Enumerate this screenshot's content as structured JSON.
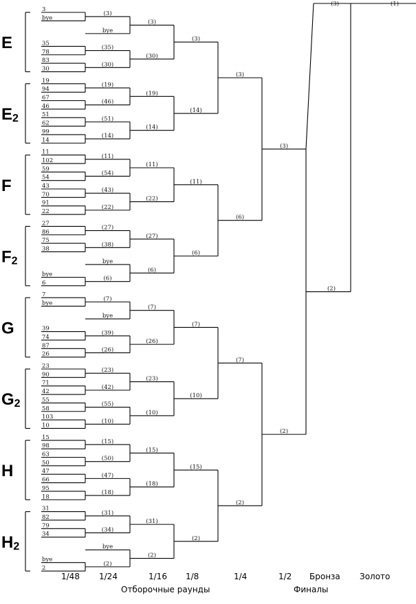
{
  "rounds": [
    "1/48",
    "1/24",
    "1/16",
    "1/8",
    "1/4",
    "1/2",
    "Бронза",
    "Золото"
  ],
  "sections": [
    "Отборочные раунды",
    "Финалы"
  ],
  "groups": [
    {
      "label": "E",
      "sub": "",
      "slots": [
        "3",
        "bye",
        "35",
        "78",
        "83",
        "30"
      ],
      "r24": [
        {
          "type": "pair",
          "a": "3",
          "b": "bye",
          "w": "(3)"
        },
        {
          "type": "bye",
          "w": "bye"
        },
        {
          "type": "pair",
          "a": "35",
          "b": "78",
          "w": "(35)"
        },
        {
          "type": "pair",
          "a": "83",
          "b": "30",
          "w": "(30)"
        }
      ],
      "r16": [
        "(3)",
        "(30)"
      ],
      "r8": "(3)"
    },
    {
      "label": "E",
      "sub": "2",
      "slots": [
        "19",
        "94",
        "67",
        "46",
        "51",
        "62",
        "99",
        "14"
      ],
      "r24": [
        {
          "type": "pair",
          "a": "19",
          "b": "94",
          "w": "(19)"
        },
        {
          "type": "pair",
          "a": "67",
          "b": "46",
          "w": "(46)"
        },
        {
          "type": "pair",
          "a": "51",
          "b": "62",
          "w": "(51)"
        },
        {
          "type": "pair",
          "a": "99",
          "b": "14",
          "w": "(14)"
        }
      ],
      "r16": [
        "(19)",
        "(14)"
      ],
      "r8": "(14)"
    },
    {
      "label": "F",
      "sub": "",
      "slots": [
        "11",
        "102",
        "59",
        "54",
        "43",
        "70",
        "91",
        "22"
      ],
      "r24": [
        {
          "type": "pair",
          "a": "11",
          "b": "102",
          "w": "(11)"
        },
        {
          "type": "pair",
          "a": "59",
          "b": "54",
          "w": "(54)"
        },
        {
          "type": "pair",
          "a": "43",
          "b": "70",
          "w": "(43)"
        },
        {
          "type": "pair",
          "a": "91",
          "b": "22",
          "w": "(22)"
        }
      ],
      "r16": [
        "(11)",
        "(22)"
      ],
      "r8": "(11)"
    },
    {
      "label": "F",
      "sub": "2",
      "slots": [
        "27",
        "86",
        "75",
        "38",
        "bye",
        "6"
      ],
      "r24": [
        {
          "type": "pair",
          "a": "27",
          "b": "86",
          "w": "(27)"
        },
        {
          "type": "pair",
          "a": "75",
          "b": "38",
          "w": "(38)"
        },
        {
          "type": "bye",
          "w": "bye"
        },
        {
          "type": "pair",
          "a": "bye",
          "b": "6",
          "w": "(6)"
        }
      ],
      "r16": [
        "(27)",
        "(6)"
      ],
      "r8": "(6)"
    },
    {
      "label": "G",
      "sub": "",
      "slots": [
        "7",
        "bye",
        "39",
        "74",
        "87",
        "26"
      ],
      "r24": [
        {
          "type": "pair",
          "a": "7",
          "b": "bye",
          "w": "(7)"
        },
        {
          "type": "bye",
          "w": "bye"
        },
        {
          "type": "pair",
          "a": "39",
          "b": "74",
          "w": "(39)"
        },
        {
          "type": "pair",
          "a": "87",
          "b": "26",
          "w": "(26)"
        }
      ],
      "r16": [
        "(7)",
        "(26)"
      ],
      "r8": "(7)"
    },
    {
      "label": "G",
      "sub": "2",
      "slots": [
        "23",
        "90",
        "71",
        "42",
        "55",
        "58",
        "103",
        "10"
      ],
      "r24": [
        {
          "type": "pair",
          "a": "23",
          "b": "90",
          "w": "(23)"
        },
        {
          "type": "pair",
          "a": "71",
          "b": "42",
          "w": "(42)"
        },
        {
          "type": "pair",
          "a": "55",
          "b": "58",
          "w": "(55)"
        },
        {
          "type": "pair",
          "a": "103",
          "b": "10",
          "w": "(10)"
        }
      ],
      "r16": [
        "(23)",
        "(10)"
      ],
      "r8": "(10)"
    },
    {
      "label": "H",
      "sub": "",
      "slots": [
        "15",
        "98",
        "63",
        "50",
        "47",
        "66",
        "95",
        "18"
      ],
      "r24": [
        {
          "type": "pair",
          "a": "15",
          "b": "98",
          "w": "(15)"
        },
        {
          "type": "pair",
          "a": "63",
          "b": "50",
          "w": "(50)"
        },
        {
          "type": "pair",
          "a": "47",
          "b": "66",
          "w": "(47)"
        },
        {
          "type": "pair",
          "a": "95",
          "b": "18",
          "w": "(18)"
        }
      ],
      "r16": [
        "(15)",
        "(18)"
      ],
      "r8": "(15)"
    },
    {
      "label": "H",
      "sub": "2",
      "slots": [
        "31",
        "82",
        "79",
        "34",
        "bye",
        "2"
      ],
      "r24": [
        {
          "type": "pair",
          "a": "31",
          "b": "82",
          "w": "(31)"
        },
        {
          "type": "pair",
          "a": "79",
          "b": "34",
          "w": "(34)"
        },
        {
          "type": "bye",
          "w": "bye"
        },
        {
          "type": "pair",
          "a": "bye",
          "b": "2",
          "w": "(2)"
        }
      ],
      "r16": [
        "(31)",
        "(2)"
      ],
      "r8": "(2)"
    }
  ],
  "quarter": [
    "(3)",
    "(6)",
    "(7)",
    "(2)"
  ],
  "semi": [
    "(3)",
    "(2)"
  ],
  "bronze": "(3)",
  "final": "(2)",
  "gold": "(1)"
}
